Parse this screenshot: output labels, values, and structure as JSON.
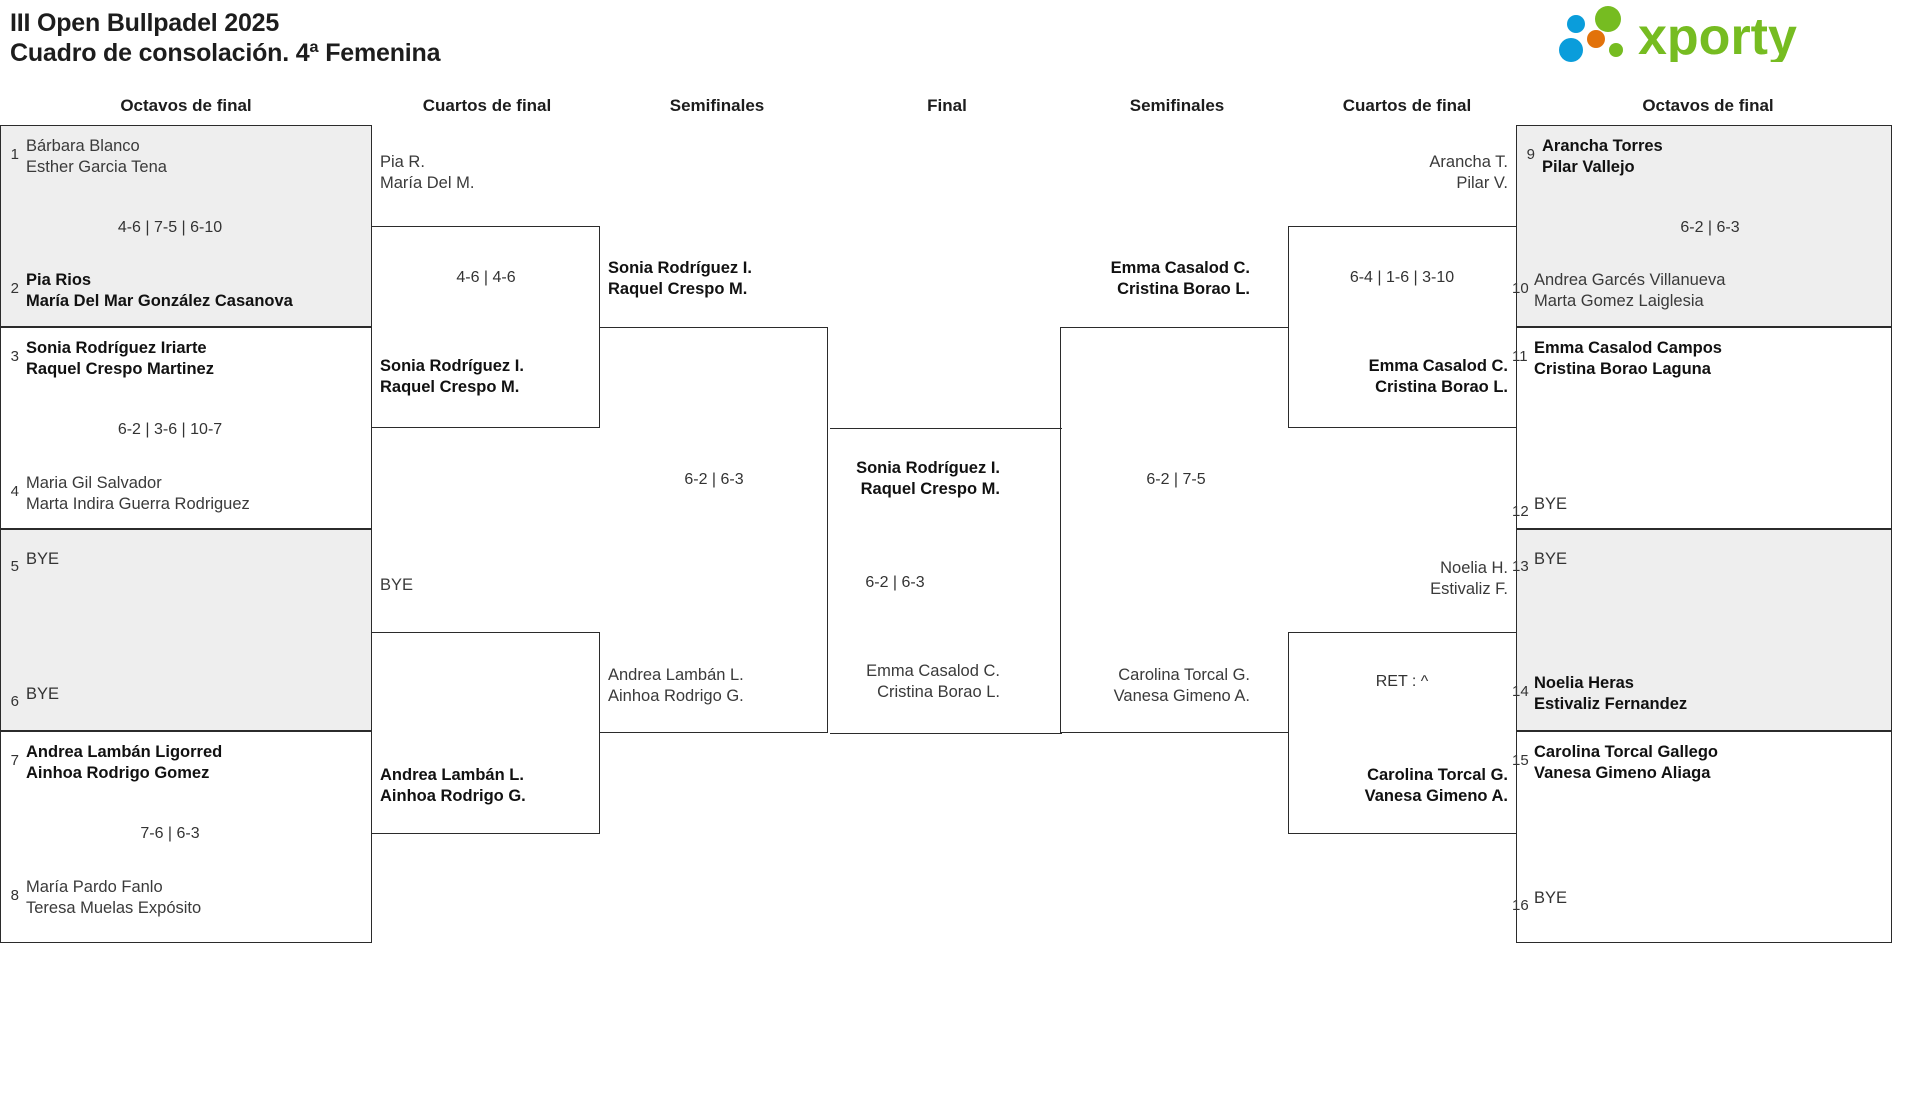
{
  "header": {
    "title_line1": "III Open Bullpadel 2025",
    "title_line2": "Cuadro de consolación. 4ª Femenina",
    "logo_text": "xporty",
    "logo_colors": {
      "green": "#76bc21",
      "blue": "#0a9ddb",
      "orange": "#e2720a"
    }
  },
  "rounds": {
    "left_r16": "Octavos de final",
    "left_qf": "Cuartos de final",
    "left_sf": "Semifinales",
    "final": "Final",
    "right_sf": "Semifinales",
    "right_qf": "Cuartos de final",
    "right_r16": "Octavos de final"
  },
  "bye_label": "BYE",
  "left_r16": [
    {
      "seed": "1",
      "p1": "Bárbara Blanco",
      "p2": "Esther Garcia Tena",
      "winner": false,
      "shaded": true
    },
    {
      "seed": "2",
      "p1": "Pia Rios",
      "p2": "María Del Mar González Casanova",
      "winner": true,
      "shaded": true
    },
    {
      "seed": "3",
      "p1": "Sonia Rodríguez Iriarte",
      "p2": "Raquel Crespo Martinez",
      "winner": true,
      "shaded": false
    },
    {
      "seed": "4",
      "p1": "Maria Gil Salvador",
      "p2": "Marta Indira Guerra Rodriguez",
      "winner": false,
      "shaded": false
    },
    {
      "seed": "5",
      "p1": "BYE",
      "p2": "",
      "winner": false,
      "shaded": true,
      "bye": true
    },
    {
      "seed": "6",
      "p1": "BYE",
      "p2": "",
      "winner": false,
      "shaded": true,
      "bye": true
    },
    {
      "seed": "7",
      "p1": "Andrea Lambán Ligorred",
      "p2": "Ainhoa Rodrigo Gomez",
      "winner": true,
      "shaded": false
    },
    {
      "seed": "8",
      "p1": "María Pardo Fanlo",
      "p2": "Teresa Muelas Expósito",
      "winner": false,
      "shaded": false
    }
  ],
  "left_r16_scores": [
    "4-6 | 7-5 | 6-10",
    "6-2 | 3-6 | 10-7",
    "",
    "7-6 | 6-3"
  ],
  "left_qf": [
    {
      "p1": "Pia R.",
      "p2": "María Del M.",
      "winner": false
    },
    {
      "p1": "Sonia Rodríguez I.",
      "p2": "Raquel Crespo M.",
      "winner": true
    },
    {
      "p1": "BYE",
      "p2": "",
      "winner": false,
      "bye": true
    },
    {
      "p1": "Andrea Lambán L.",
      "p2": "Ainhoa Rodrigo G.",
      "winner": true
    }
  ],
  "left_qf_scores": [
    "4-6 | 4-6",
    ""
  ],
  "left_sf": [
    {
      "p1": "Sonia Rodríguez I.",
      "p2": "Raquel Crespo M.",
      "winner": true
    },
    {
      "p1": "Andrea Lambán L.",
      "p2": "Ainhoa Rodrigo G.",
      "winner": false
    }
  ],
  "left_sf_score": "6-2 | 6-3",
  "final": [
    {
      "p1": "Sonia Rodríguez I.",
      "p2": "Raquel Crespo M.",
      "winner": true
    },
    {
      "p1": "Emma Casalod C.",
      "p2": "Cristina Borao L.",
      "winner": false
    }
  ],
  "final_score": "6-2 | 6-3",
  "right_sf": [
    {
      "p1": "Emma Casalod C.",
      "p2": "Cristina Borao L.",
      "winner": true
    },
    {
      "p1": "Carolina Torcal G.",
      "p2": "Vanesa Gimeno A.",
      "winner": false
    }
  ],
  "right_sf_score": "6-2 | 7-5",
  "right_qf": [
    {
      "p1": "Arancha T.",
      "p2": "Pilar V.",
      "winner": false
    },
    {
      "p1": "Emma Casalod C.",
      "p2": "Cristina Borao L.",
      "winner": true
    },
    {
      "p1": "Noelia H.",
      "p2": "Estivaliz F.",
      "winner": false
    },
    {
      "p1": "Carolina Torcal G.",
      "p2": "Vanesa Gimeno A.",
      "winner": true
    }
  ],
  "right_qf_scores": [
    "6-4 | 1-6 | 3-10",
    "RET : ^"
  ],
  "right_r16": [
    {
      "seed": "9",
      "p1": "Arancha Torres",
      "p2": "Pilar Vallejo",
      "winner": true,
      "shaded": true
    },
    {
      "seed": "10",
      "p1": "Andrea Garcés Villanueva",
      "p2": "Marta Gomez Laiglesia",
      "winner": false,
      "shaded": true
    },
    {
      "seed": "11",
      "p1": "Emma Casalod Campos",
      "p2": "Cristina Borao Laguna",
      "winner": true,
      "shaded": false
    },
    {
      "seed": "12",
      "p1": "BYE",
      "p2": "",
      "winner": false,
      "shaded": false,
      "bye": true
    },
    {
      "seed": "13",
      "p1": "BYE",
      "p2": "",
      "winner": false,
      "shaded": true,
      "bye": true
    },
    {
      "seed": "14",
      "p1": "Noelia Heras",
      "p2": "Estivaliz Fernandez",
      "winner": true,
      "shaded": true
    },
    {
      "seed": "15",
      "p1": "Carolina Torcal Gallego",
      "p2": "Vanesa Gimeno Aliaga",
      "winner": true,
      "shaded": false
    },
    {
      "seed": "16",
      "p1": "BYE",
      "p2": "",
      "winner": false,
      "shaded": false,
      "bye": true
    }
  ],
  "right_r16_scores": [
    "6-2 | 6-3",
    "",
    "",
    ""
  ]
}
